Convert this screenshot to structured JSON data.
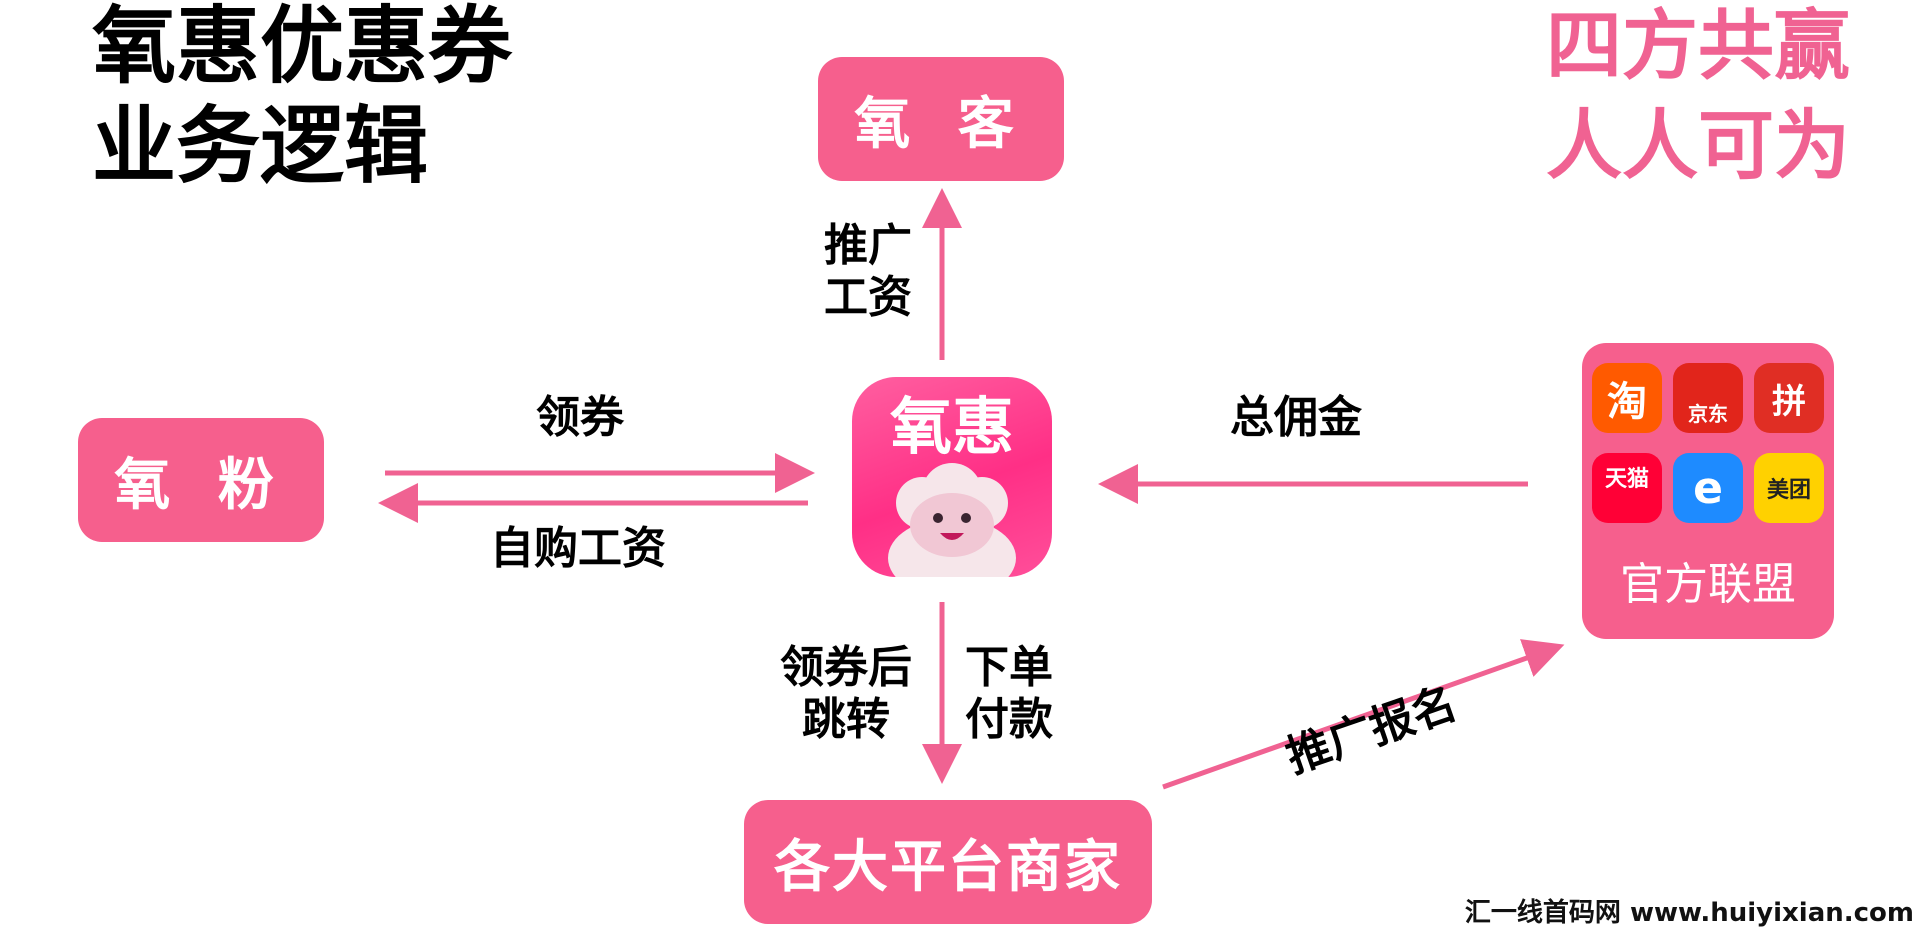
{
  "title": {
    "line1": "氧惠优惠券",
    "line2": "业务逻辑"
  },
  "slogan": {
    "line1": "四方共赢",
    "line2": "人人可为"
  },
  "nodes": {
    "oxygen_guest": "氧 客",
    "oxygen_fans": "氧 粉",
    "merchants": "各大平台商家",
    "center_app": "氧惠",
    "official_alliance": "官方联盟"
  },
  "edges": {
    "promo_wage_line1": "推广",
    "promo_wage_line2": "工资",
    "get_coupon": "领券",
    "self_purchase_wage": "自购工资",
    "total_commission": "总佣金",
    "redirect_line1": "领券后",
    "redirect_line2": "跳转",
    "order_line1": "下单",
    "order_line2": "付款",
    "promo_signup": "推广报名"
  },
  "platforms": [
    {
      "label": "淘",
      "icon": "taobao-icon",
      "color": "#ff5a00"
    },
    {
      "label": "京东",
      "icon": "jd-icon",
      "color": "#e1251b"
    },
    {
      "label": "拼",
      "icon": "pinduoduo-icon",
      "color": "#e02e24"
    },
    {
      "label": "天猫",
      "icon": "tmall-icon",
      "color": "#ff0036"
    },
    {
      "label": "e",
      "icon": "eleme-icon",
      "color": "#1e8bff"
    },
    {
      "label": "美团",
      "icon": "meituan-icon",
      "color": "#ffd100"
    }
  ],
  "colors": {
    "accent": "#f65f8d",
    "slogan": "#f06292",
    "arrow": "#f06292"
  },
  "watermark": "汇一线首码网  www.huiyixian.com"
}
